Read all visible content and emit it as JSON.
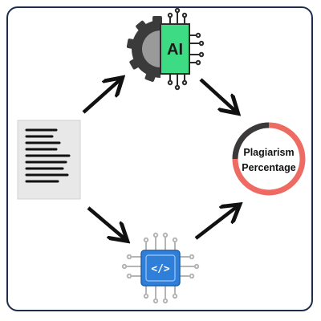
{
  "diagram": {
    "result_label_line1": "Plagiarism",
    "result_label_line2": "Percentage",
    "ai_chip_label": "AI",
    "code_chip_label": "</>"
  },
  "colors": {
    "frame_border": "#1f2d4a",
    "arrow": "#111111",
    "ring_red": "#ee6b63",
    "ring_dark": "#3a3a3a",
    "ai_chip_green": "#3ddc84",
    "gear_dark": "#3b3b3b",
    "gear_gray": "#9a9a9a",
    "code_chip_blue": "#2f7fd8",
    "document_gray": "#e8e8e8"
  },
  "icons": {
    "document": "document-icon",
    "ai_processor": "ai-gear-chip-icon",
    "code_processor": "code-chip-icon",
    "result": "percentage-ring-icon"
  }
}
